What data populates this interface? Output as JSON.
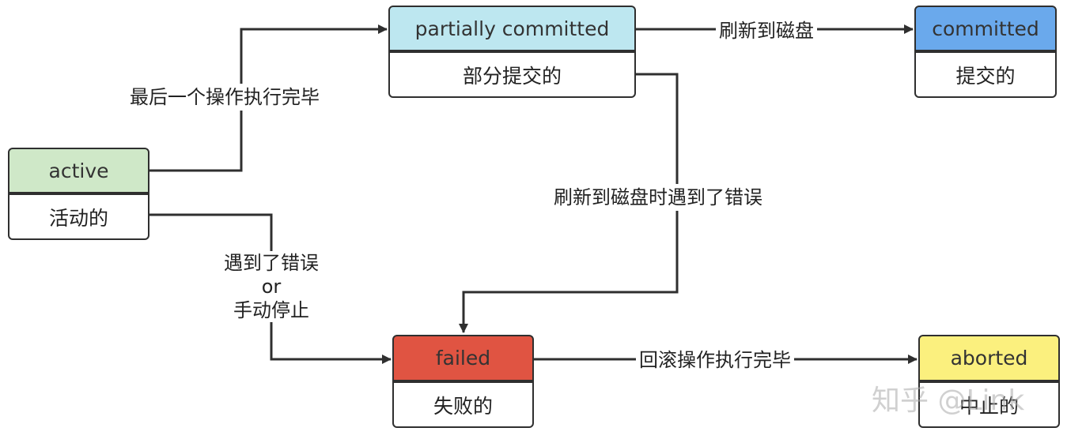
{
  "states": {
    "active": {
      "name": "active",
      "label": "活动的",
      "color": "#cfe8c8"
    },
    "partially_committed": {
      "name": "partially committed",
      "label": "部分提交的",
      "color": "#bde7f0"
    },
    "committed": {
      "name": "committed",
      "label": "提交的",
      "color": "#6aa9ec"
    },
    "failed": {
      "name": "failed",
      "label": "失败的",
      "color": "#e05442"
    },
    "aborted": {
      "name": "aborted",
      "label": "中止的",
      "color": "#fbf07e"
    }
  },
  "transitions": {
    "active_to_partial": "最后一个操作执行完毕",
    "partial_to_committed": "刷新到磁盘",
    "partial_to_failed": "刷新到磁盘时遇到了错误",
    "active_to_failed_line1": "遇到了错误",
    "active_to_failed_line2": "or",
    "active_to_failed_line3": "手动停止",
    "failed_to_aborted": "回滚操作执行完毕"
  },
  "watermark": "知乎 @Link"
}
